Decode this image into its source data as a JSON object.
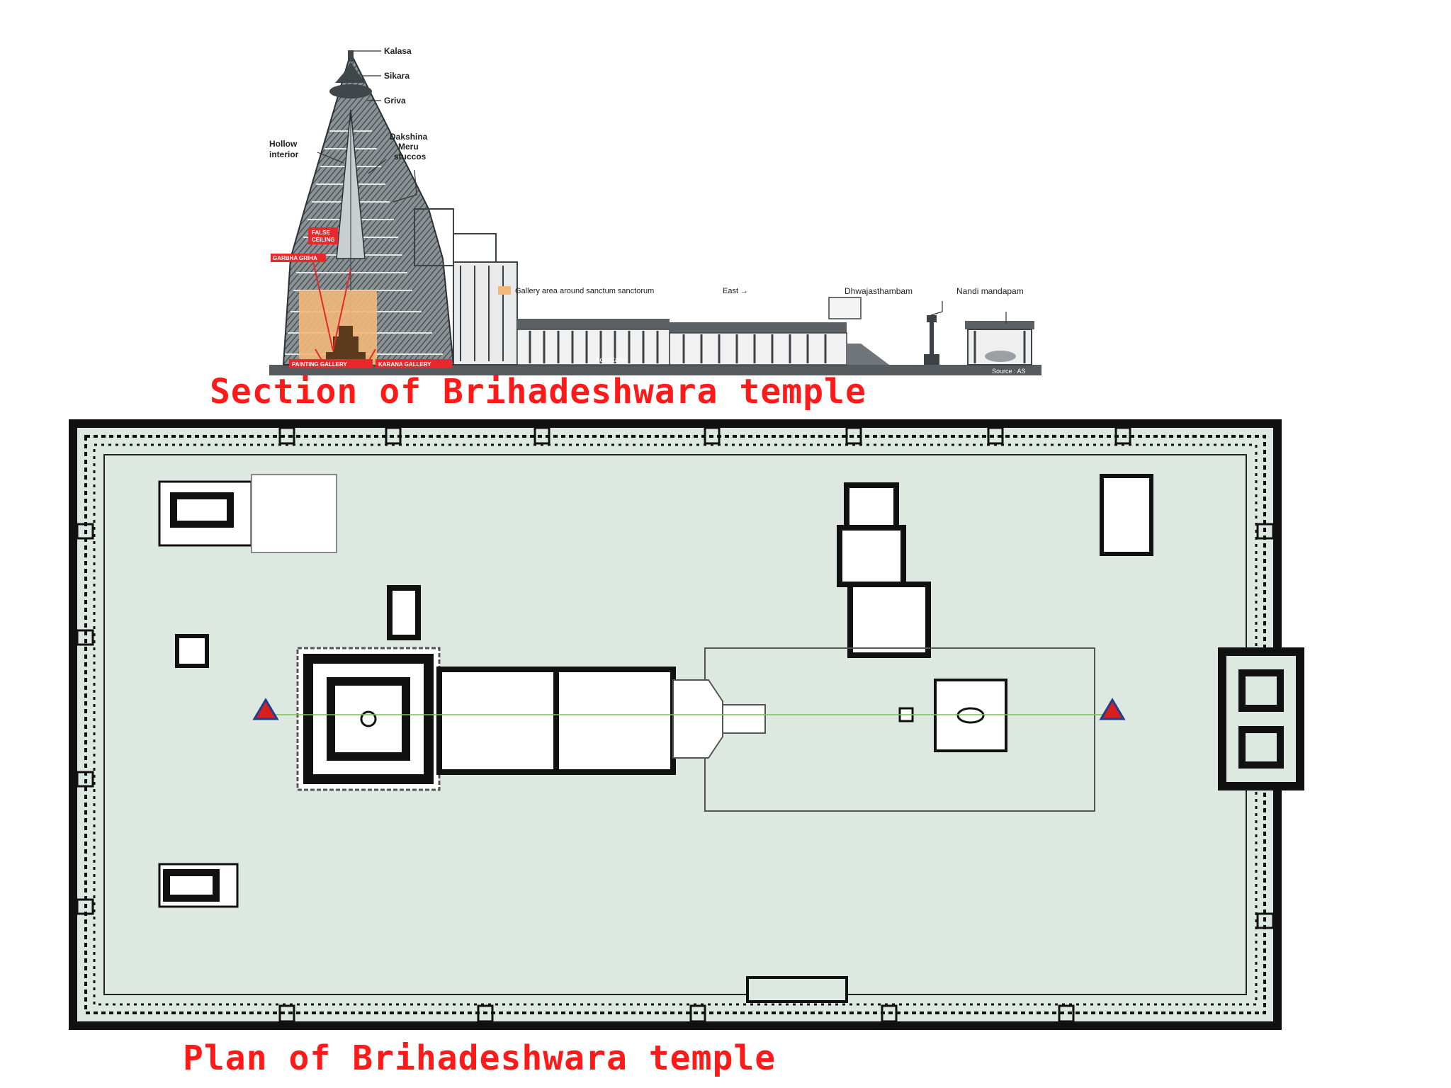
{
  "section": {
    "caption": "Section of Brihadeshwara temple",
    "labels": {
      "kalasa": "Kalasa",
      "sikara": "Sikara",
      "griva": "Griva",
      "hollow_interior": [
        "Hollow",
        "interior"
      ],
      "dakshina_meru": [
        "Dakshina",
        "Meru",
        "stuccos"
      ],
      "false_ceiling": [
        "FALSE",
        "CEILING"
      ],
      "garbha_griha": "GARBHA GRIHA",
      "painting_gallery": "PAINTING GALLERY",
      "karana_gallery": "KARANA GALLERY",
      "legend_gallery": "Gallery area around sanctum sanctorum",
      "east": "East →",
      "dhwajasthambam": "Dhwajasthambam",
      "nandi_mandapam": "Nandi mandapam",
      "adishtana": "Adishtana",
      "source": "Source : AS"
    },
    "colors": {
      "gallery_fill": "#f2b87a",
      "label_red": "#e8282b"
    }
  },
  "plan": {
    "caption": "Plan of Brihadeshwara temple",
    "marker_color": "#d91e1e",
    "marker_outline": "#1f3f8f",
    "axis_color": "#7cc24a",
    "ground_color": "#dde8e1"
  }
}
